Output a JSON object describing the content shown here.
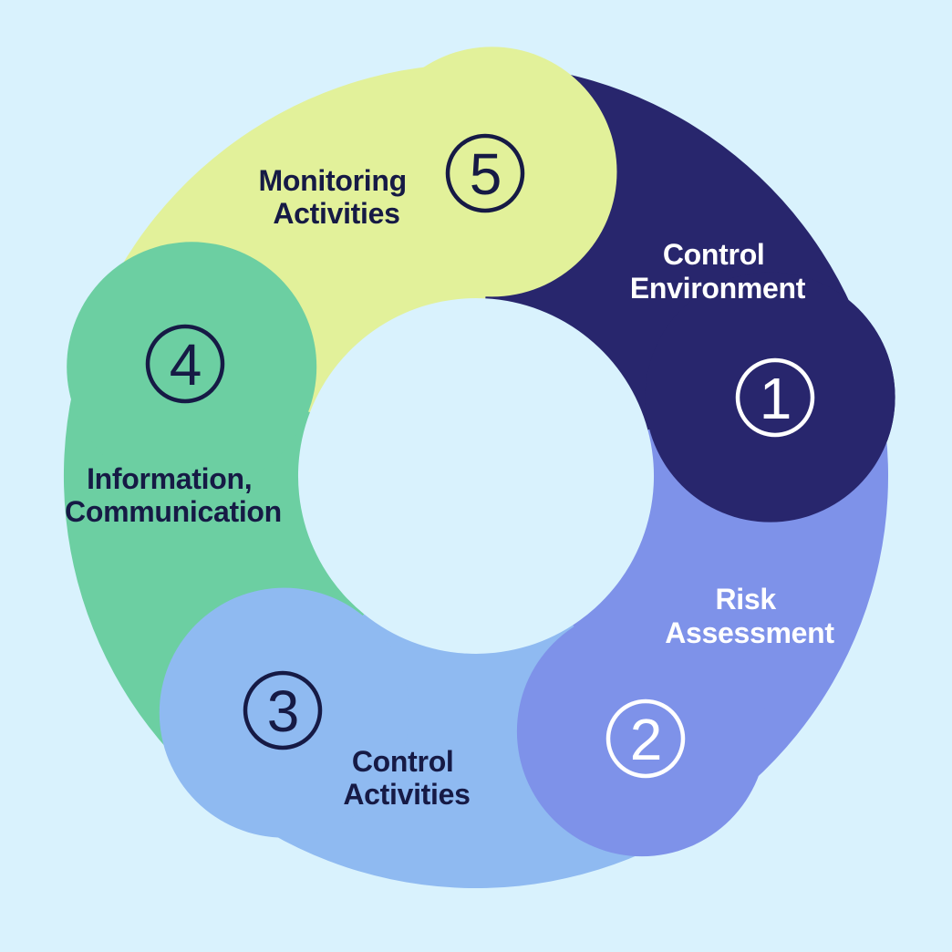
{
  "diagram": {
    "background_color": "#d9f2fd",
    "segments": [
      {
        "id": "control-environment",
        "number": "1",
        "label": "Control Environment",
        "label_line1": "Control",
        "label_line2": "Environment",
        "color": "#28266d",
        "text_color": "#ffffff",
        "badge_color": "#ffffff"
      },
      {
        "id": "risk-assessment",
        "number": "2",
        "label": "Risk Assessment",
        "label_line1": "Risk",
        "label_line2": "Assessment",
        "color": "#7e92e9",
        "text_color": "#ffffff",
        "badge_color": "#ffffff"
      },
      {
        "id": "control-activities",
        "number": "3",
        "label": "Control Activities",
        "label_line1": "Control",
        "label_line2": "Activities",
        "color": "#8fbaf1",
        "text_color": "#161a45",
        "badge_color": "#161a45"
      },
      {
        "id": "information-communication",
        "number": "4",
        "label": "Information, Communication",
        "label_line1": "Information,",
        "label_line2": "Communication",
        "color": "#6ccfa2",
        "text_color": "#161a45",
        "badge_color": "#161a45"
      },
      {
        "id": "monitoring-activities",
        "number": "5",
        "label": "Monitoring Activities",
        "label_line1": "Monitoring",
        "label_line2": "Activities",
        "color": "#e2f19a",
        "text_color": "#161a45",
        "badge_color": "#161a45"
      }
    ]
  }
}
